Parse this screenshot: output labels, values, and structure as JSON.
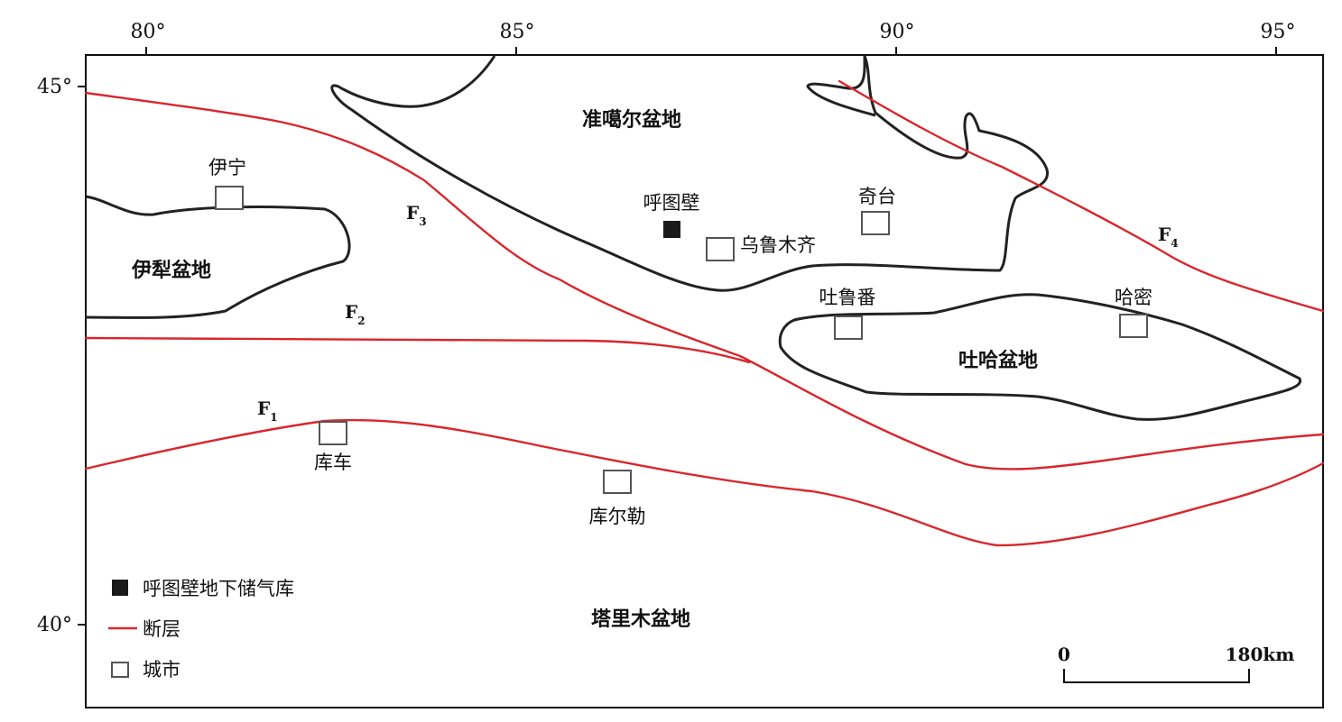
{
  "axes": {
    "lon_ticks": [
      "80°",
      "85°",
      "90°",
      "95°"
    ],
    "lat_ticks": [
      "45°",
      "40°"
    ]
  },
  "basins": {
    "junggar": "准噶尔盆地",
    "yili": "伊犁盆地",
    "tuha": "吐哈盆地",
    "tarim": "塔里木盆地"
  },
  "cities": {
    "yining": "伊宁",
    "qitai": "奇台",
    "urumqi": "乌鲁木齐",
    "turpan": "吐鲁番",
    "hami": "哈密",
    "kuqa": "库车",
    "korla": "库尔勒"
  },
  "storage_site": "呼图壁",
  "faults": {
    "f1": {
      "letter": "F",
      "sub": "1"
    },
    "f2": {
      "letter": "F",
      "sub": "2"
    },
    "f3": {
      "letter": "F",
      "sub": "3"
    },
    "f4": {
      "letter": "F",
      "sub": "4"
    }
  },
  "legend": {
    "storage": "呼图壁地下储气库",
    "fault": "断层",
    "city": "城市"
  },
  "scale": {
    "start": "0",
    "end": "180km"
  },
  "colors": {
    "fault": "#d9262b",
    "outline": "#222222",
    "frame": "#111111"
  }
}
